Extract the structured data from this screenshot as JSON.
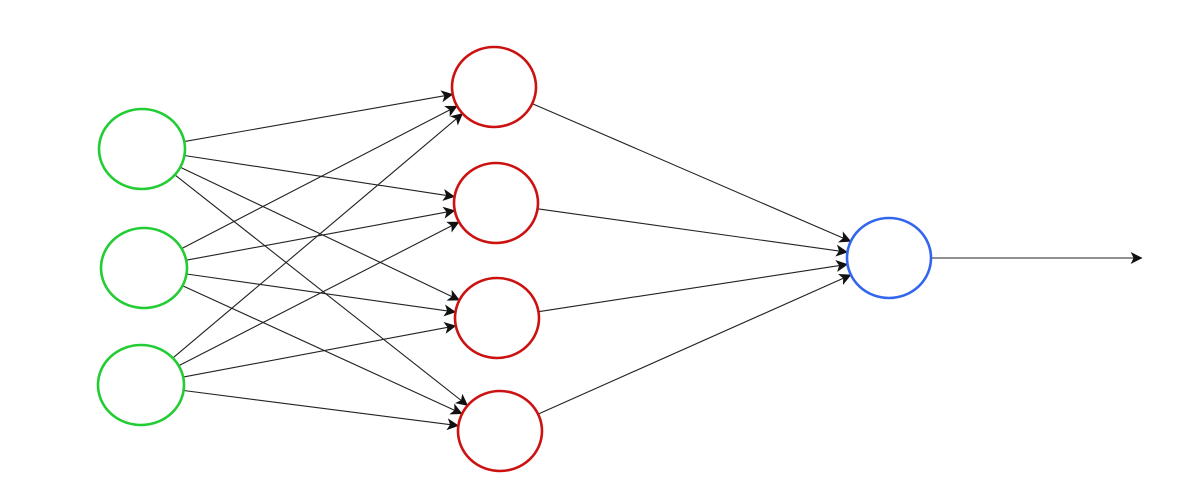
{
  "diagram": {
    "type": "feedforward-network",
    "layers": [
      {
        "role": "input",
        "node_count": 3,
        "color": "#22cc33"
      },
      {
        "role": "hidden",
        "node_count": 4,
        "color": "#cc1111"
      },
      {
        "role": "output",
        "node_count": 1,
        "color": "#3366ee"
      }
    ],
    "connectivity": "fully-connected",
    "output_arrow": true,
    "edge_color": "#222222"
  }
}
